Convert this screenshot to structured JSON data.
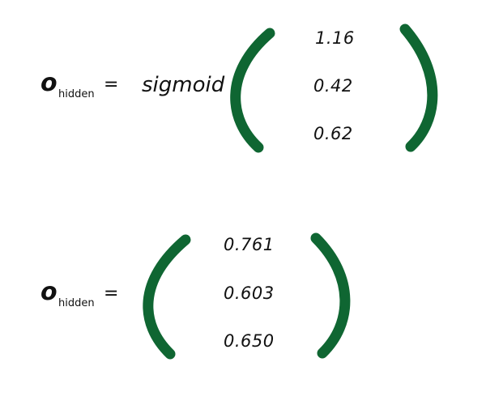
{
  "colors": {
    "bracket": "#0f6632",
    "text": "#111111",
    "background": "#ffffff"
  },
  "equation_1": {
    "variable": "o",
    "subscript": "hidden",
    "equals": "=",
    "function": "sigmoid",
    "vector": [
      "1.16",
      "0.42",
      "0.62"
    ]
  },
  "equation_2": {
    "variable": "o",
    "subscript": "hidden",
    "equals": "=",
    "vector": [
      "0.761",
      "0.603",
      "0.650"
    ]
  }
}
